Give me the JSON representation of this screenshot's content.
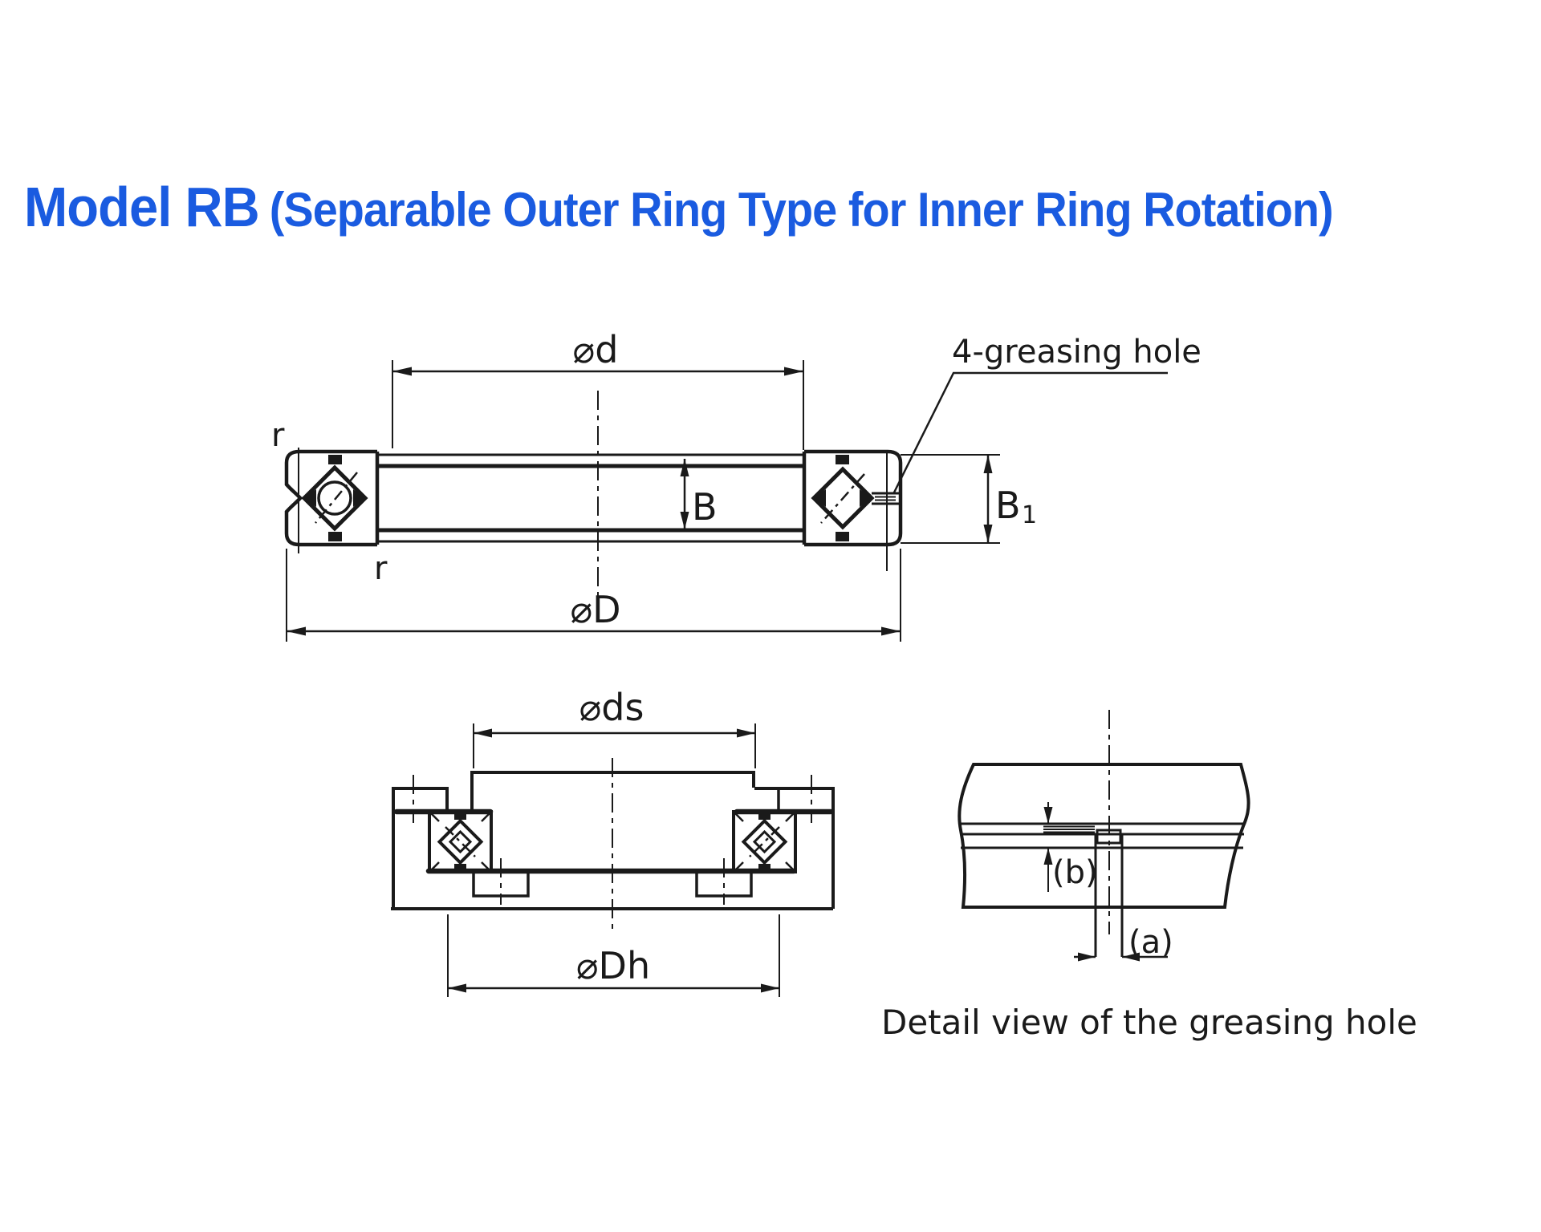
{
  "title": {
    "model": "Model RB",
    "subtitle": "(Separable Outer Ring Type for Inner Ring Rotation)"
  },
  "colors": {
    "title_blue": "#1a5be0",
    "line": "#1a1a1a",
    "background": "#ffffff"
  },
  "top_view": {
    "labels": {
      "bore_diameter": "⌀d",
      "outer_diameter": "⌀D",
      "inner_ring_width": "B",
      "outer_ring_width_main": "B",
      "outer_ring_width_sub": "1",
      "chamfer_top": "r",
      "chamfer_bottom": "r",
      "greasing_hole_note": "4-greasing hole"
    }
  },
  "mounted_view": {
    "labels": {
      "shaft_seat_diameter": "⌀ds",
      "housing_seat_diameter": "⌀Dh"
    }
  },
  "detail_view": {
    "labels": {
      "hole_width": "(a)",
      "groove_depth": "(b)",
      "caption": "Detail view of the greasing hole"
    }
  }
}
